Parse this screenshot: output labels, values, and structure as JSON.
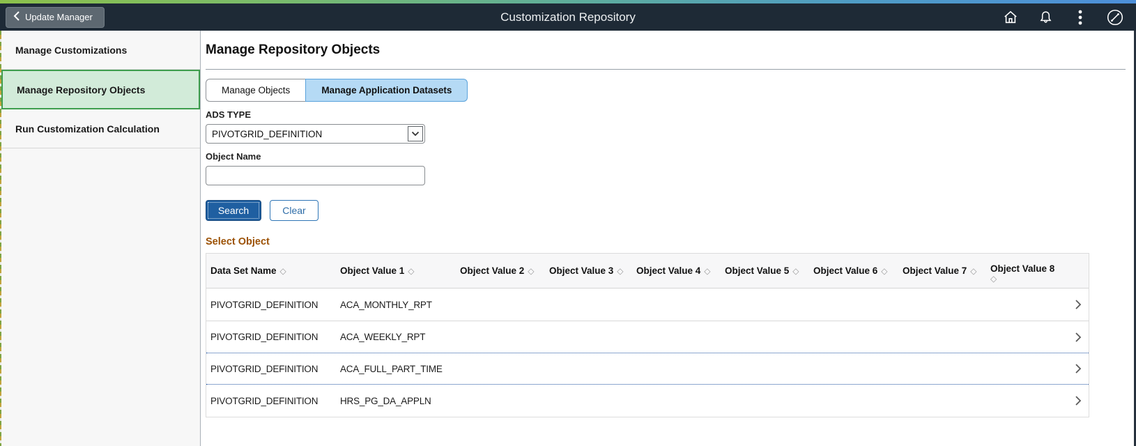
{
  "header": {
    "back_button_label": "Update Manager",
    "title": "Customization Repository"
  },
  "sidebar": {
    "items": [
      {
        "label": "Manage Customizations",
        "selected": false
      },
      {
        "label": "Manage Repository Objects",
        "selected": true
      },
      {
        "label": "Run Customization Calculation",
        "selected": false
      }
    ]
  },
  "main": {
    "title": "Manage Repository Objects",
    "tabs": [
      {
        "label": "Manage Objects",
        "selected": false
      },
      {
        "label": "Manage Application Datasets",
        "selected": true
      }
    ],
    "ads_type": {
      "label": "ADS TYPE",
      "value": "PIVOTGRID_DEFINITION"
    },
    "object_name": {
      "label": "Object Name",
      "value": ""
    },
    "search_button": "Search",
    "clear_button": "Clear",
    "select_object_title": "Select Object",
    "table": {
      "columns": [
        "Data Set Name",
        "Object Value 1",
        "Object Value 2",
        "Object Value 3",
        "Object Value 4",
        "Object Value 5",
        "Object Value 6",
        "Object Value 7",
        "Object Value 8"
      ],
      "rows": [
        {
          "data_set_name": "PIVOTGRID_DEFINITION",
          "object_value_1": "ACA_MONTHLY_RPT"
        },
        {
          "data_set_name": "PIVOTGRID_DEFINITION",
          "object_value_1": "ACA_WEEKLY_RPT"
        },
        {
          "data_set_name": "PIVOTGRID_DEFINITION",
          "object_value_1": "ACA_FULL_PART_TIME"
        },
        {
          "data_set_name": "PIVOTGRID_DEFINITION",
          "object_value_1": "HRS_PG_DA_APPLN"
        }
      ]
    }
  },
  "icons": {
    "sort_glyph": "◇"
  },
  "colors": {
    "header_bg": "#1e2a36",
    "strip_green": "#8cc04b",
    "strip_blue": "#4d8fd9",
    "selected_nav_bg": "#d2ebd9",
    "selected_nav_border": "#3f9e4f",
    "selected_tab_bg": "#b5daf5",
    "selected_tab_border": "#5ba3dc",
    "primary_button_bg": "#1f5fa1",
    "select_object_heading": "#9c5206",
    "focus_dotted": "#1a4fa0"
  }
}
